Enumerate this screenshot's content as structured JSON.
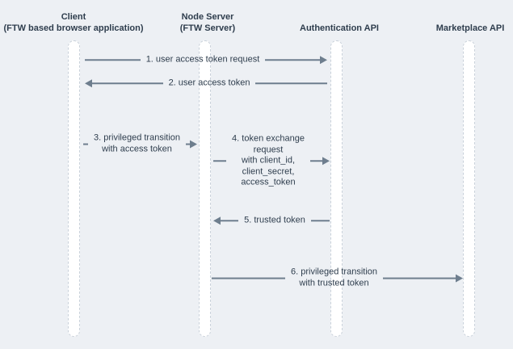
{
  "colors": {
    "background": "#edf0f4",
    "text": "#2e3d4d",
    "arrow": "#6e7e8e",
    "lifeline_fill": "#ffffff",
    "lifeline_border": "#c9d1da"
  },
  "diagram_type": "sequence",
  "participants": [
    {
      "name": "Client",
      "subtitle": "(FTW based browser application)"
    },
    {
      "name": "Node Server",
      "subtitle": "(FTW Server)"
    },
    {
      "name": "Authentication API",
      "subtitle": ""
    },
    {
      "name": "Marketplace API",
      "subtitle": ""
    }
  ],
  "messages": [
    {
      "label": "1. user access token request",
      "from": "Client",
      "to": "Authentication API",
      "direction": "right"
    },
    {
      "label": "2. user access token",
      "from": "Authentication API",
      "to": "Client",
      "direction": "left"
    },
    {
      "label": "3. privileged transition\nwith access token",
      "from": "Client",
      "to": "Node Server",
      "direction": "right"
    },
    {
      "label": "4. token exchange\nrequest\nwith client_id,\nclient_secret,\naccess_token",
      "from": "Node Server",
      "to": "Authentication API",
      "direction": "right"
    },
    {
      "label": "5. trusted token",
      "from": "Authentication API",
      "to": "Node Server",
      "direction": "left"
    },
    {
      "label": "6. privileged transition\nwith trusted token",
      "from": "Node Server",
      "to": "Marketplace API",
      "direction": "right"
    }
  ]
}
